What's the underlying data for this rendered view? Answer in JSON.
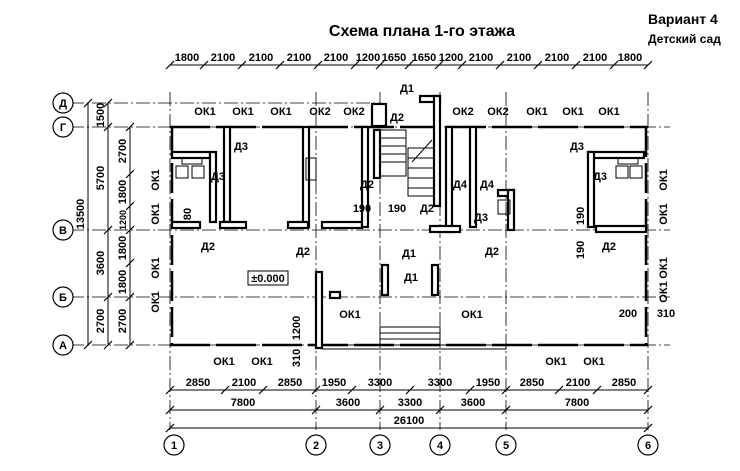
{
  "header": {
    "title": "Схема плана 1-го этажа",
    "variant": "Вариант 4",
    "building_type": "Детский сад"
  },
  "axes": {
    "columns": [
      "1",
      "2",
      "3",
      "4",
      "5",
      "6"
    ],
    "rows": [
      "Д",
      "Г",
      "В",
      "Б",
      "А"
    ]
  },
  "dimensions": {
    "top_chain": [
      "1800",
      "2100",
      "2100",
      "2100",
      "2100",
      "1200",
      "1650",
      "1650",
      "1200",
      "2100",
      "2100",
      "2100",
      "2100",
      "1800"
    ],
    "bottom_chain_1": [
      "2850",
      "2100",
      "2850",
      "1950",
      "3300",
      "3300",
      "1950",
      "2850",
      "2100",
      "2850"
    ],
    "bottom_chain_2": [
      "7800",
      "3600",
      "3300",
      "3600",
      "7800"
    ],
    "bottom_overall": "26100",
    "left_outer": [
      "1500",
      "5700",
      "3600",
      "2700"
    ],
    "left_overall": "13500",
    "left_inner": [
      "2700",
      "1800",
      "1200",
      "1800",
      "1800",
      "2700"
    ],
    "misc": [
      "80",
      "190",
      "190",
      "190",
      "190",
      "310",
      "1200",
      "200",
      "310"
    ]
  },
  "level_mark": "±0.000",
  "labels": {
    "ok1": "ОК1",
    "ok2": "ОК2",
    "d1": "Д1",
    "d2": "Д2",
    "d3": "Д3",
    "d4": "Д4"
  }
}
